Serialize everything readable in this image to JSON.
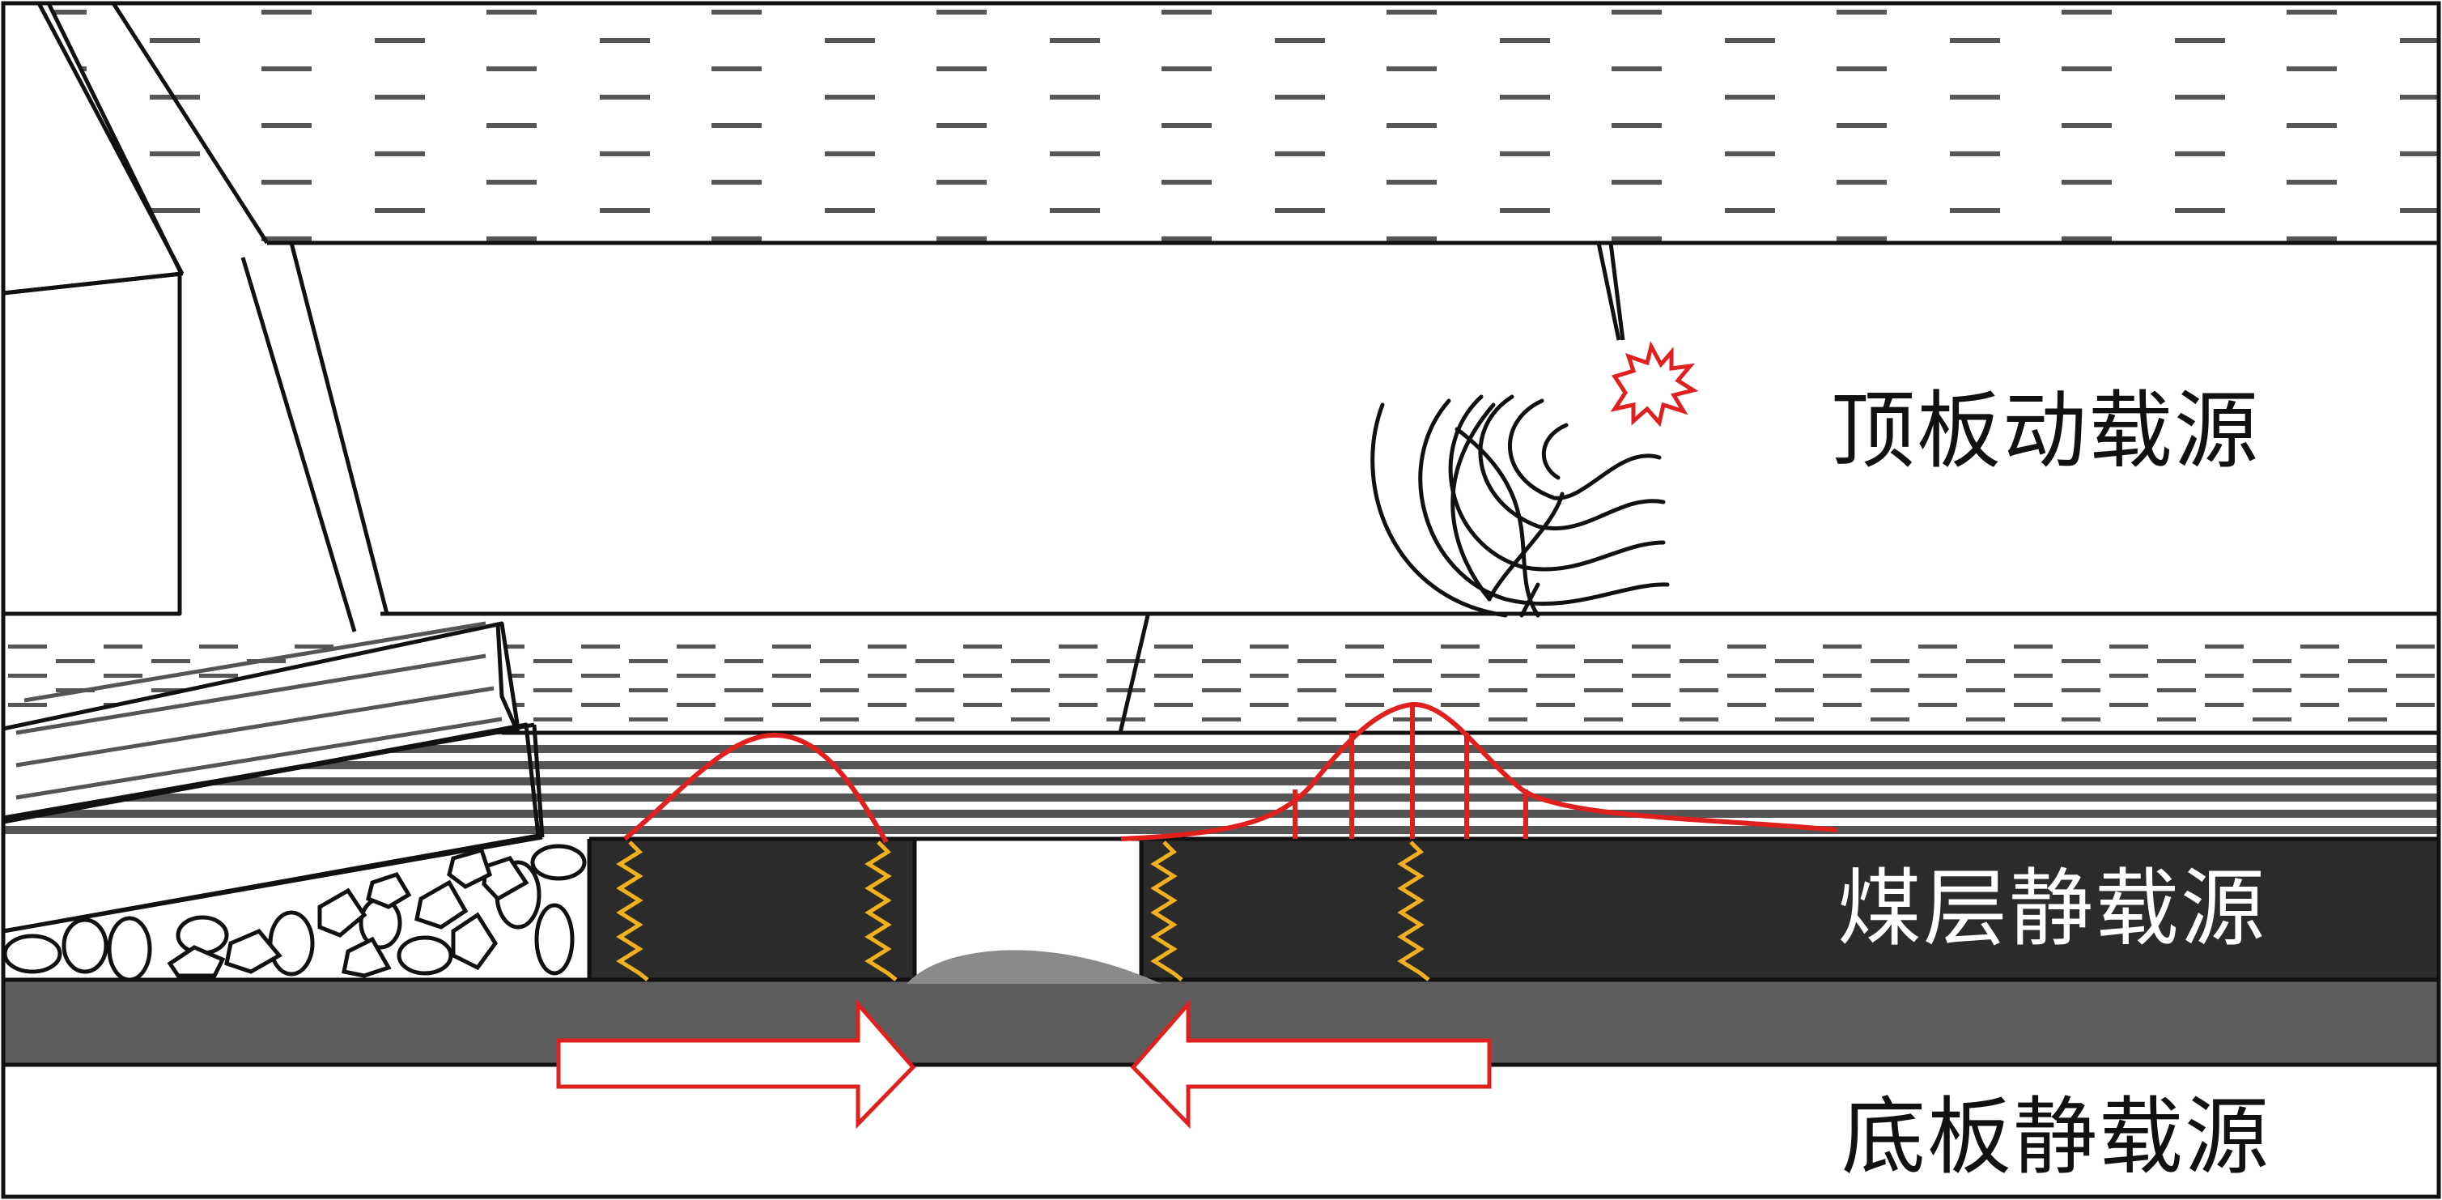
{
  "labels": {
    "roof_dynamic_load_source": "顶板动载源",
    "coal_seam_static_load_source": "煤层静载源",
    "floor_static_load_source": "底板静载源"
  },
  "colors": {
    "outline": "#111111",
    "dash": "#555555",
    "coal_seam": "#2b2b2b",
    "floor_layer": "#5c5c5c",
    "stress_curve": "#e0201e",
    "spring": "#f0b020",
    "burst_star": "#e0201e",
    "heave": "#8a8a8a",
    "stripe": "#555555"
  },
  "icons": {
    "rupture": "burst-star-icon",
    "stress_wave": "wave-front-icon",
    "spring": "spring-icon",
    "push_arrow": "hollow-arrow-icon"
  }
}
